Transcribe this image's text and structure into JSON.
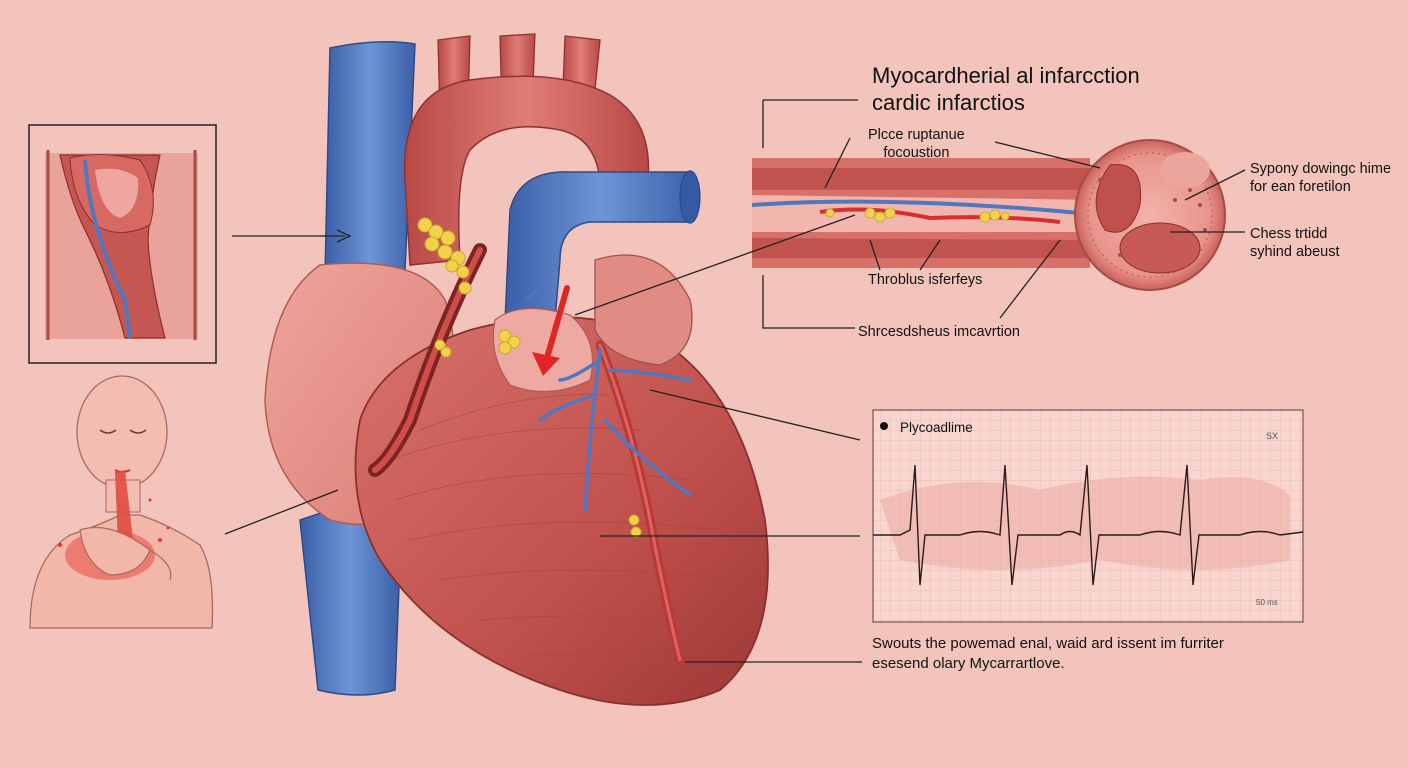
{
  "diagram": {
    "title_lines": [
      "Myocardherial al infarcction",
      "cardic infarctios"
    ],
    "labels": {
      "plaque_rupture": [
        "Plcce ruptanue",
        "focoustion"
      ],
      "right_top": [
        "Sypony dowingc hime",
        "for ean foretilon"
      ],
      "right_mid": [
        "Chess trtidd",
        "syhind abeust"
      ],
      "thrombus": "Throblus isferfeys",
      "shrcesd": "Shrcesdshеus imcavrtion"
    },
    "ecg": {
      "title": "Plycoadlime",
      "corner_code": "SX",
      "footer_code": "50 ms"
    },
    "caption_lines": [
      "Swouts the powemad enal, waid ard issent im furriter",
      "esesend olary Mycarrartlove."
    ]
  },
  "colors": {
    "background": "#f3c4bb",
    "muscle": "#c85a55",
    "vein_blue": "#4f78c0",
    "plaque_yellow": "#f2d24a",
    "artery_red": "#b8413f"
  }
}
